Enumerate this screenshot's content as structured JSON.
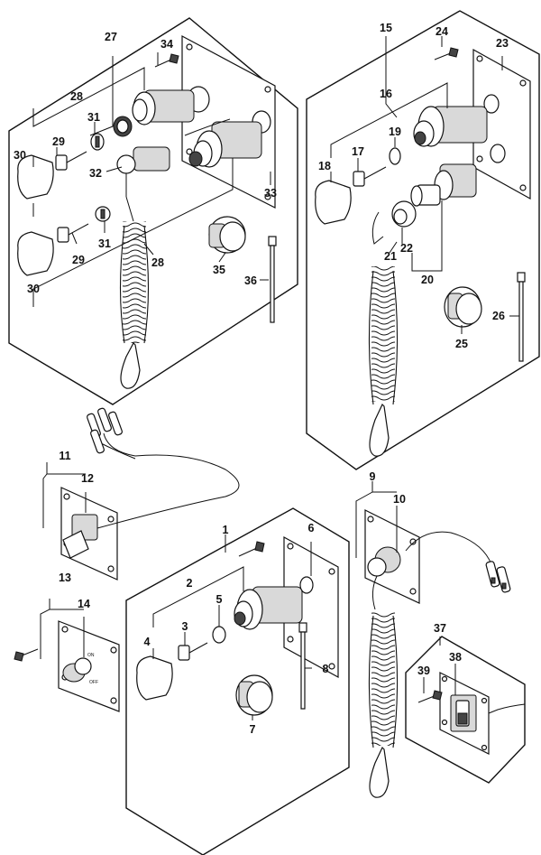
{
  "diagram": {
    "callouts": [
      "1",
      "2",
      "3",
      "4",
      "5",
      "6",
      "7",
      "8",
      "9",
      "10",
      "11",
      "12",
      "13",
      "14",
      "15",
      "16",
      "17",
      "18",
      "19",
      "20",
      "21",
      "22",
      "23",
      "24",
      "25",
      "26",
      "27",
      "28",
      "29",
      "30",
      "31",
      "32",
      "33",
      "34",
      "35",
      "36",
      "37",
      "38",
      "39"
    ],
    "switch_marks": {
      "on": "ON",
      "off": "OFF"
    }
  }
}
